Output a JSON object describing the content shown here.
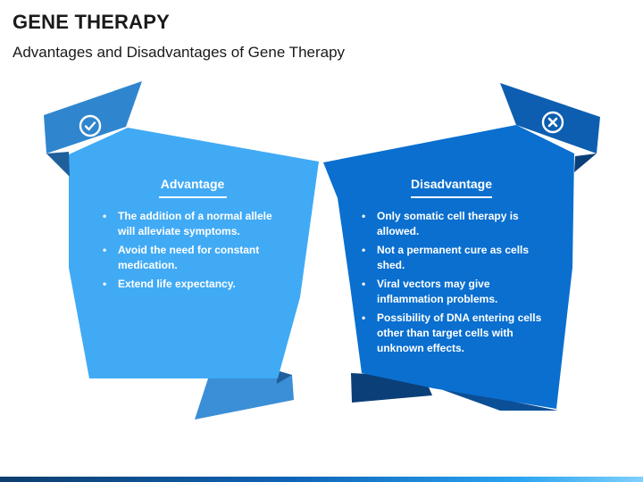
{
  "header": {
    "title": "GENE THERAPY",
    "subtitle": "Advantages and Disadvantages of Gene Therapy"
  },
  "advantage": {
    "icon": "checkmark-icon",
    "heading": "Advantage",
    "items": [
      "The addition of a normal allele will alleviate symptoms.",
      "Avoid the need for constant medication.",
      "Extend life expectancy."
    ],
    "color": "#41aaf5"
  },
  "disadvantage": {
    "icon": "close-icon",
    "heading": "Disadvantage",
    "items": [
      "Only somatic cell therapy is allowed.",
      "Not a permanent cure as cells shed.",
      "Viral vectors may give inflammation problems.",
      "Possibility of DNA entering cells other than target cells with unknown effects."
    ],
    "color": "#0a6fcf"
  }
}
